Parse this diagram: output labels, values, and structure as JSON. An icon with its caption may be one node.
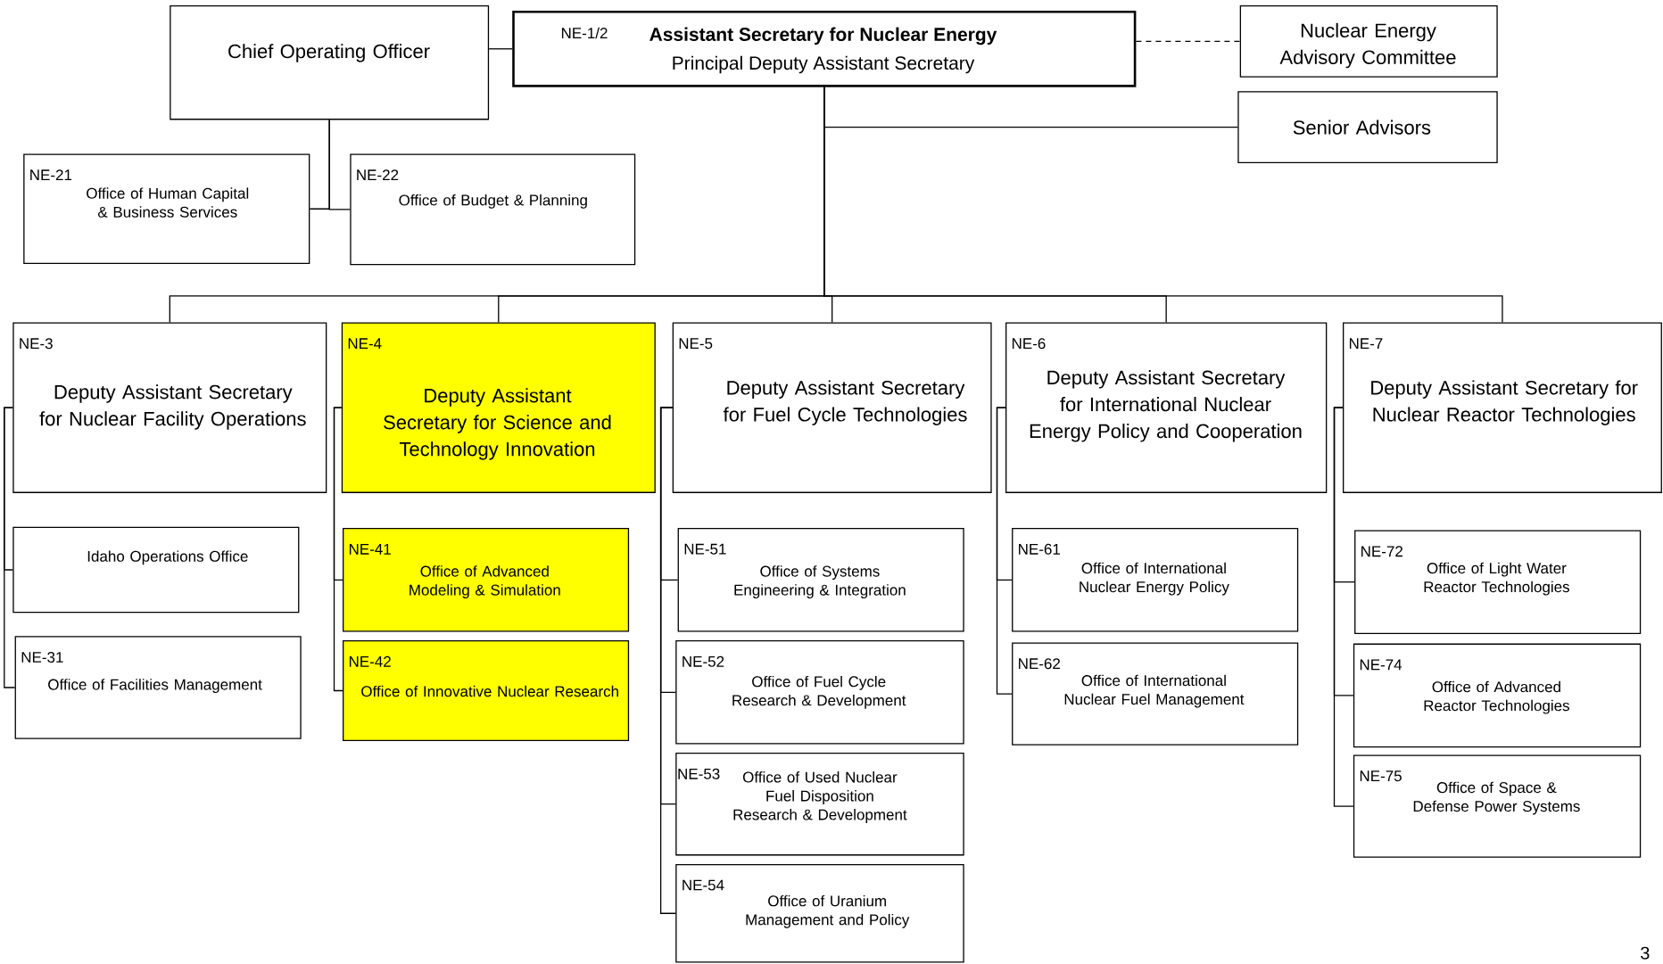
{
  "diagram": {
    "nodes": [
      {
        "text": [
          "Chief Operating Officer"
        ]
      },
      {
        "text": [
          "NE-1/2",
          "Assistant Secretary for Nuclear Energy",
          "Principal Deputy Assistant Secretary"
        ]
      },
      {
        "text": [
          "Nuclear Energy Advisory Committee"
        ]
      },
      {
        "text": [
          "Senior Advisors"
        ]
      },
      {
        "text": [
          "NE-21",
          "Office of Human Capital & Business Services"
        ]
      },
      {
        "text": [
          "NE-22",
          "Office of Budget & Planning"
        ]
      },
      {
        "text": [
          "NE-3",
          "Deputy Assistant Secretary for Nuclear Facility Operations"
        ]
      },
      {
        "text": [
          "NE-4",
          "Deputy Assistant Secretary for Science and Technology Innovation"
        ]
      },
      {
        "text": [
          "NE-5",
          "Deputy Assistant Secretary for Fuel Cycle Technologies"
        ]
      },
      {
        "text": [
          "NE-6",
          "Deputy Assistant Secretary for International Nuclear Energy Policy and Cooperation"
        ]
      },
      {
        "text": [
          "NE-7",
          "Deputy Assistant Secretary for Nuclear Reactor Technologies"
        ]
      },
      {
        "text": [
          "Idaho Operations Office"
        ]
      },
      {
        "text": [
          "NE-31",
          "Office of Facilities Management"
        ]
      },
      {
        "text": [
          "NE-41",
          "Office of Advanced Modeling & Simulation"
        ]
      },
      {
        "text": [
          "NE-42",
          "Office of Innovative Nuclear Research"
        ]
      },
      {
        "text": [
          "NE-51",
          "Office of Systems Engineering & Integration"
        ]
      },
      {
        "text": [
          "NE-52",
          "Office of Fuel Cycle Research & Development"
        ]
      },
      {
        "text": [
          "NE-53",
          "Office of Used Nuclear Fuel Disposition Research & Development"
        ]
      },
      {
        "text": [
          "NE-54",
          "Office of Uranium Management and Policy"
        ]
      },
      {
        "text": [
          "NE-61",
          "Office of International Nuclear Energy Policy"
        ]
      },
      {
        "text": [
          "NE-62",
          "Office of International Nuclear Fuel Management"
        ]
      },
      {
        "text": [
          "NE-72",
          "Office of Light Water Reactor Technologies"
        ]
      },
      {
        "text": [
          "NE-74",
          "Office of Advanced Reactor Technologies"
        ]
      },
      {
        "text": [
          "NE-75",
          "Office of Space & Defense Power Systems"
        ]
      }
    ],
    "edges": [
      {
        "from": 0,
        "to": 1,
        "arrow": "none"
      },
      {
        "from": 1,
        "to": 2,
        "arrow": "none",
        "style": "dashed"
      },
      {
        "from": 1,
        "to": 3,
        "arrow": "none"
      },
      {
        "from": 0,
        "to": 4,
        "arrow": "none"
      },
      {
        "from": 0,
        "to": 5,
        "arrow": "none"
      },
      {
        "from": 1,
        "to": 6,
        "arrow": "none"
      },
      {
        "from": 1,
        "to": 7,
        "arrow": "none"
      },
      {
        "from": 1,
        "to": 8,
        "arrow": "none"
      },
      {
        "from": 1,
        "to": 9,
        "arrow": "none"
      },
      {
        "from": 1,
        "to": 10,
        "arrow": "none"
      },
      {
        "from": 6,
        "to": 11,
        "arrow": "none"
      },
      {
        "from": 6,
        "to": 12,
        "arrow": "none"
      },
      {
        "from": 7,
        "to": 13,
        "arrow": "none"
      },
      {
        "from": 7,
        "to": 14,
        "arrow": "none"
      },
      {
        "from": 8,
        "to": 15,
        "arrow": "none"
      },
      {
        "from": 8,
        "to": 16,
        "arrow": "none"
      },
      {
        "from": 8,
        "to": 17,
        "arrow": "none"
      },
      {
        "from": 8,
        "to": 18,
        "arrow": "none"
      },
      {
        "from": 9,
        "to": 19,
        "arrow": "none"
      },
      {
        "from": 9,
        "to": 20,
        "arrow": "none"
      },
      {
        "from": 10,
        "to": 21,
        "arrow": "none"
      },
      {
        "from": 10,
        "to": 22,
        "arrow": "none"
      },
      {
        "from": 10,
        "to": 23,
        "arrow": "none"
      }
    ],
    "labels": [
      "3"
    ]
  }
}
